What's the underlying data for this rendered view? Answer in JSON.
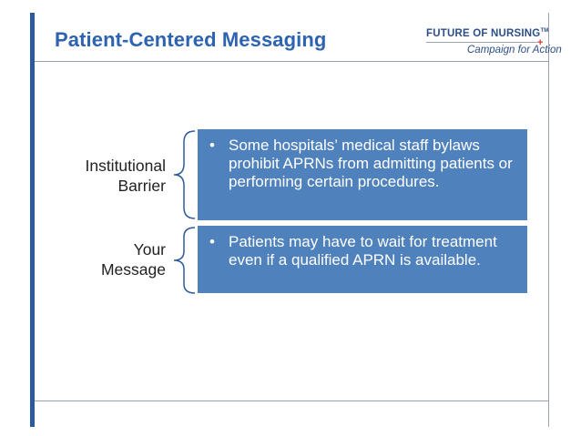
{
  "slide": {
    "title": "Patient-Centered Messaging",
    "logo": {
      "line1": "FUTURE OF NURSING",
      "tm": "TM",
      "plus": "+",
      "line2": "Campaign for Action"
    }
  },
  "rows": [
    {
      "label_lines": [
        "Institutional",
        "Barrier"
      ],
      "bullet": "•",
      "text": "Some hospitals’ medical staff bylaws prohibit APRNs from admitting patients or performing certain procedures."
    },
    {
      "label_lines": [
        "Your",
        "Message"
      ],
      "bullet": "•",
      "text": "Patients may have to wait for treatment even if a qualified APRN is available."
    }
  ],
  "colors": {
    "accent": "#2d63b0",
    "box": "#4f81bd",
    "logo_red": "#d23c2e"
  }
}
